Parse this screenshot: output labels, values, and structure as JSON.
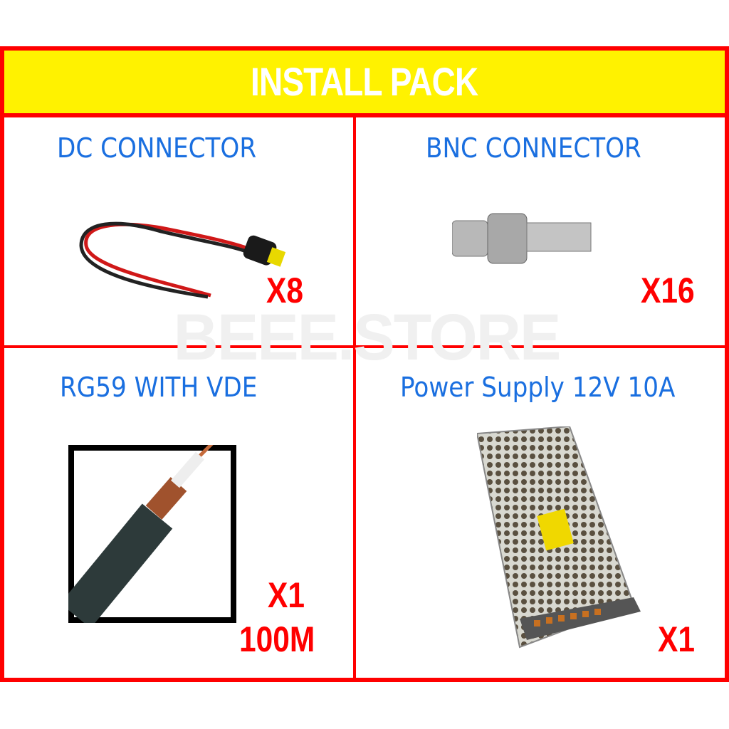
{
  "header": {
    "title": "INSTALL PACK"
  },
  "watermark": "BEEE.STORE",
  "items": [
    {
      "title": "DC CONNECTOR",
      "quantity": "X8",
      "icon": "dc-connector-cable"
    },
    {
      "title": "BNC CONNECTOR",
      "quantity": "X16",
      "icon": "bnc-connector"
    },
    {
      "title": "RG59 WITH VDE",
      "quantity": "X1",
      "length": "100M",
      "icon": "coax-cable"
    },
    {
      "title": "Power Supply  12V 10A",
      "quantity": "X1",
      "icon": "power-supply"
    }
  ],
  "colors": {
    "frame": "#ff0000",
    "header_bg": "#fff200",
    "title_text": "#1a6fe0",
    "quantity_text": "#ff0000"
  }
}
